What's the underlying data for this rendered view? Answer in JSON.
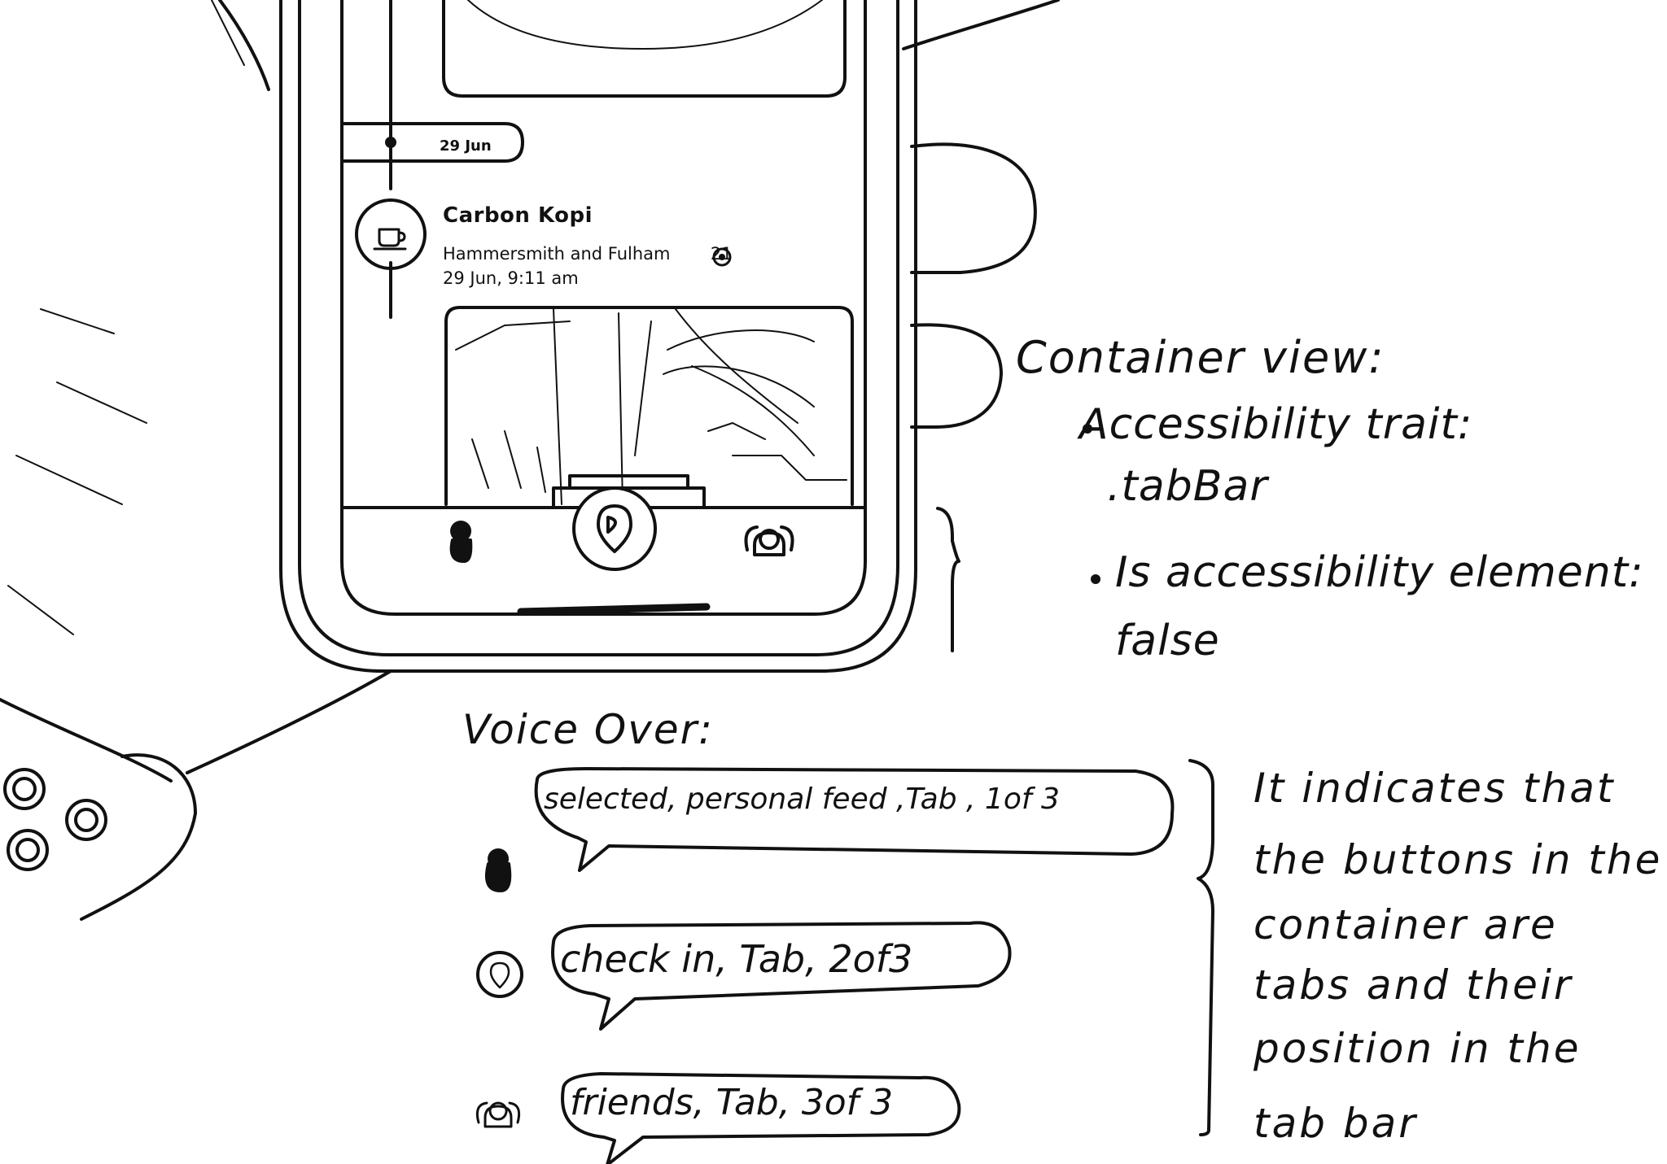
{
  "phone_screen": {
    "date_pill": "29 Jun",
    "checkin": {
      "venue": "Carbon Kopi",
      "location": "Hammersmith and Fulham",
      "count": "21",
      "timestamp": "29 Jun, 9:11 am",
      "venue_icon": "coffee-cup-icon",
      "count_icon": "target-icon"
    },
    "tab_bar": {
      "tabs": [
        {
          "icon": "person-icon"
        },
        {
          "icon": "map-pin-icon"
        },
        {
          "icon": "people-icon"
        }
      ]
    }
  },
  "annotations": {
    "container_view": {
      "title": "Container view:",
      "bullets": [
        {
          "line1": "Accessibility trait:",
          "line2": ".tabBar"
        },
        {
          "line1": "Is accessibility element:",
          "line2": "false"
        }
      ]
    },
    "voiceover": {
      "title": "Voice Over:",
      "announcements": [
        {
          "icon": "person-icon",
          "text": "selected, personal feed ,Tab , 1of 3"
        },
        {
          "icon": "map-pin-icon",
          "text": "check in, Tab, 2of3"
        },
        {
          "icon": "people-icon",
          "text": "friends, Tab, 3of 3"
        }
      ]
    },
    "explanation": {
      "lines": [
        "It indicates that",
        "the buttons in the",
        "container are",
        "tabs and their",
        "position in the",
        "tab bar"
      ]
    }
  }
}
